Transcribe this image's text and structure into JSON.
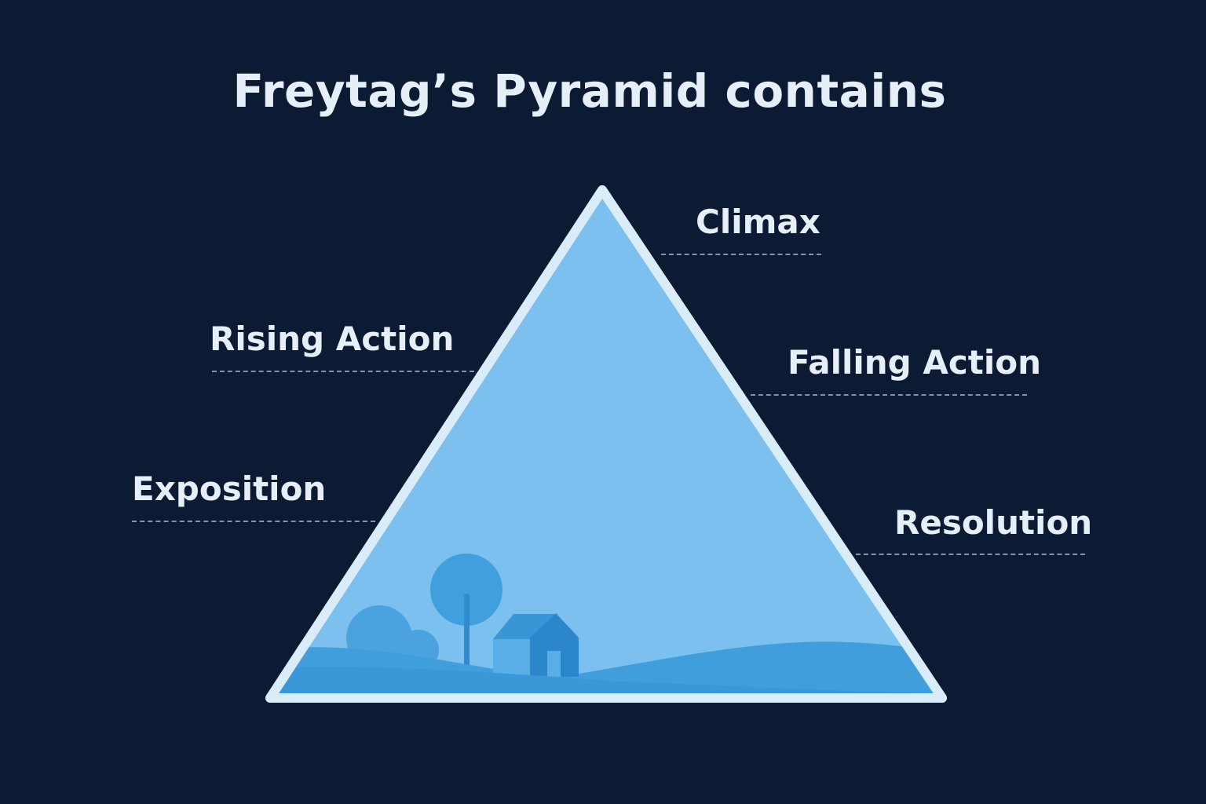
{
  "title": "Freytag’s Pyramid contains",
  "stages": {
    "exposition": "Exposition",
    "rising_action": "Rising Action",
    "climax": "Climax",
    "falling_action": "Falling Action",
    "resolution": "Resolution"
  },
  "colors": {
    "background": "#0c1a33",
    "pyramid_fill": "#7cc0f0",
    "pyramid_outline": "#d9ecfa",
    "hills": "#3f9edb",
    "house": "#2c86cc",
    "text": "#e6eef8"
  }
}
